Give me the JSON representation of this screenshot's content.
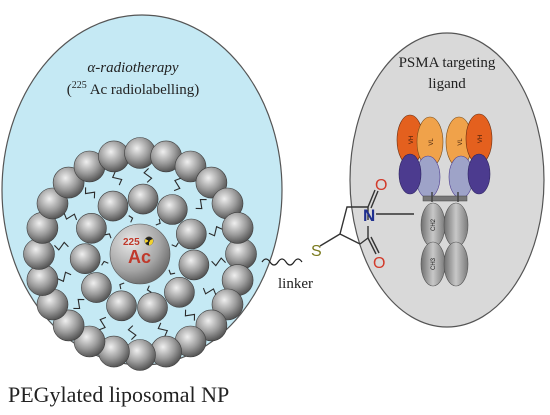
{
  "left_panel": {
    "title_line1": "α-radiotherapy",
    "title_line2_open": "(",
    "title_line2_sup": "225",
    "title_line2_rest": " Ac radiolabelling)",
    "core_mass_number": "225",
    "core_element": "Ac",
    "caption": "PEGylated liposomal NP"
  },
  "right_panel": {
    "title_line1": "PSMA targeting",
    "title_line2": "ligand",
    "domain_labels": {
      "vh_left": "VH",
      "vl_left": "VL",
      "vl_right": "VL",
      "vh_right": "VH",
      "ch2": "CH2",
      "ch3": "CH3"
    }
  },
  "linker": {
    "sulfur": "S",
    "label": "linker",
    "oxygen_top": "O",
    "nitrogen": "N",
    "oxygen_bottom": "O"
  },
  "colors": {
    "liposome_fill": "#c5e9f4",
    "ligand_fill": "#d9d9d9",
    "outline": "#555555",
    "sphere_dark": "#6b6b6b",
    "sphere_light": "#e6e6e6",
    "ac_label": "#c0392b",
    "sulfur": "#7a7a1e",
    "oxygen": "#d23a2a",
    "nitrogen": "#1f2f8f",
    "vh_orange": "#e4601e",
    "vl_orange": "#f0a24a",
    "purple": "#4c3b8f",
    "light_purple": "#9ea3c8",
    "fc_gray": "#9b9b9b"
  },
  "icons": {
    "radiation": "radiation-icon"
  }
}
